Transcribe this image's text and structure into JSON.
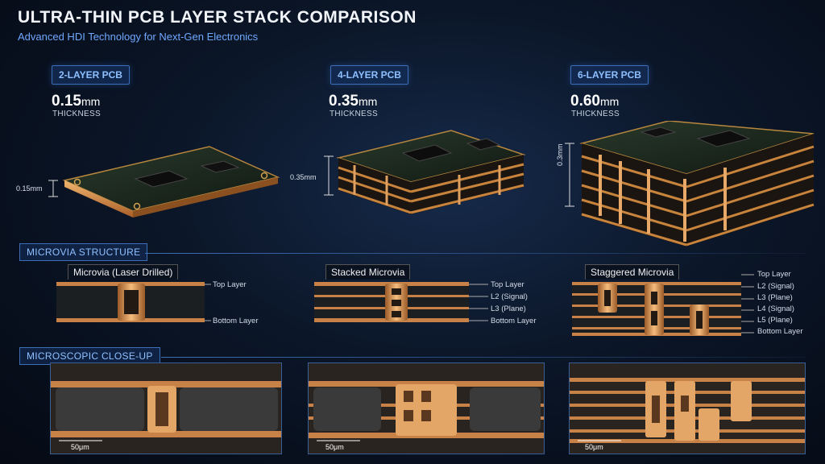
{
  "header": {
    "title": "ULTRA-THIN PCB LAYER STACK COMPARISON",
    "subtitle": "Advanced HDI Technology for Next-Gen Electronics"
  },
  "boards": [
    {
      "badge": "2-LAYER PCB",
      "value": "0.15",
      "unit": "mm",
      "thickness_label": "THICKNESS",
      "dimension": "0.15mm"
    },
    {
      "badge": "4-LAYER PCB",
      "value": "0.35",
      "unit": "mm",
      "thickness_label": "THICKNESS",
      "dimension": "0.35mm"
    },
    {
      "badge": "6-LAYER PCB",
      "value": "0.60",
      "unit": "mm",
      "thickness_label": "THICKNESS",
      "dimension": "0.3mm"
    }
  ],
  "microvia": {
    "header": "MICROVIA STRUCTURE",
    "items": [
      {
        "title": "Microvia (Laser Drilled)",
        "layers": [
          "Top Layer",
          "Bottom Layer"
        ]
      },
      {
        "title": "Stacked Microvia",
        "layers": [
          "Top Layer",
          "L2 (Signal)",
          "L3 (Plane)",
          "Bottom Layer"
        ]
      },
      {
        "title": "Staggered Microvia",
        "layers": [
          "Top Layer",
          "L2 (Signal)",
          "L3 (Plane)",
          "L4 (Signal)",
          "L5 (Plane)",
          "Bottom Layer"
        ]
      }
    ]
  },
  "closeup": {
    "header": "MICROSCOPIC CLOSE-UP",
    "scale": "50μm"
  },
  "colors": {
    "accent": "#3d6fb8",
    "copper": "#d98a4e",
    "substrate": "#1c1f22"
  }
}
